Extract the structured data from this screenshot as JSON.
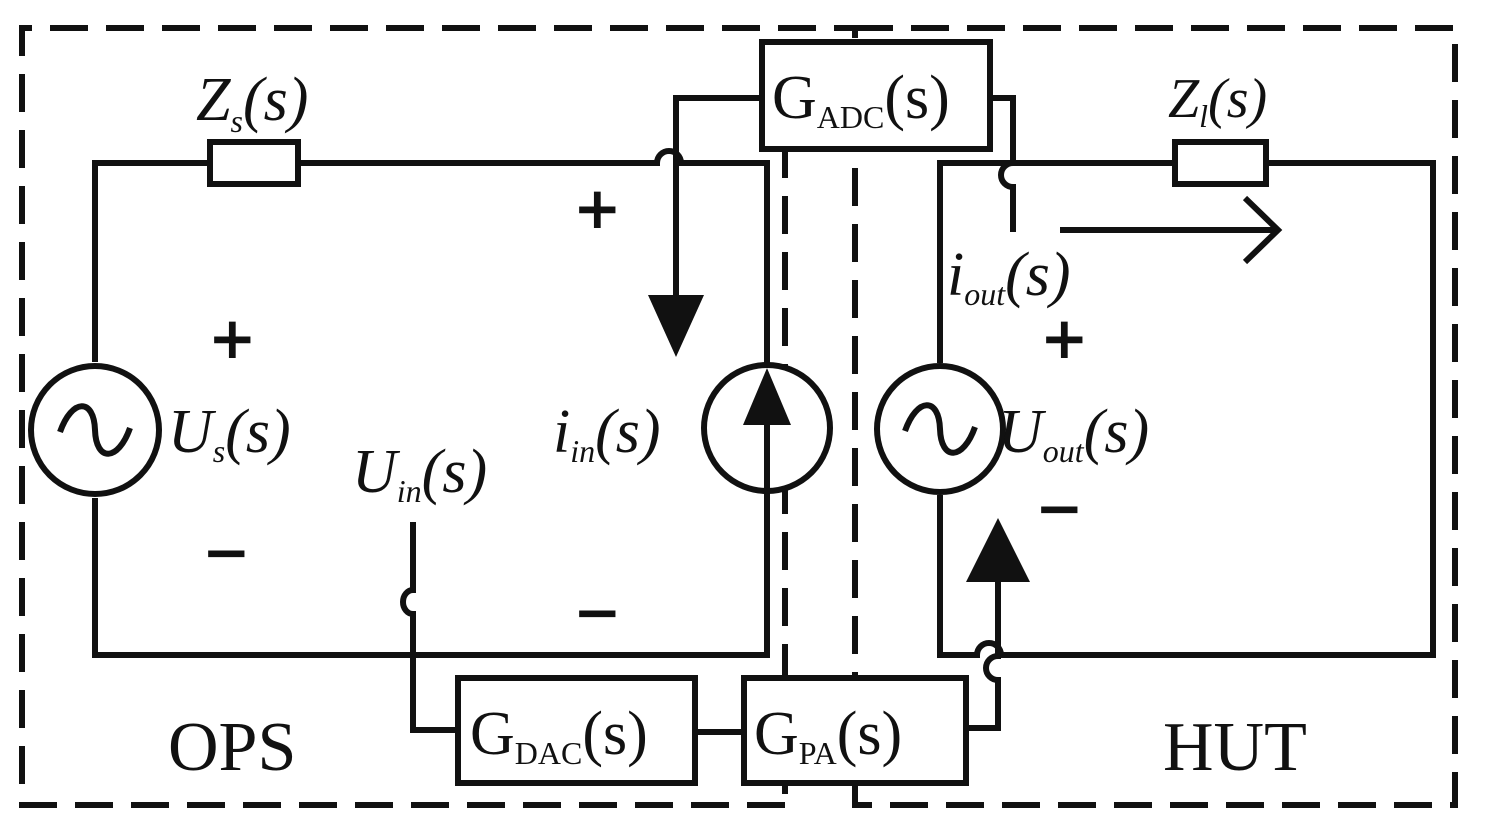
{
  "labels": {
    "zs": {
      "main": "Z",
      "sub": "s",
      "arg": "(s)"
    },
    "zl": {
      "main": "Z",
      "sub": "l",
      "arg": "(s)"
    },
    "us": {
      "main": "U",
      "sub": "s",
      "arg": "(s)"
    },
    "uin": {
      "main": "U",
      "sub": "in",
      "arg": "(s)"
    },
    "iin": {
      "main": "i",
      "sub": "in",
      "arg": "(s)"
    },
    "iout": {
      "main": "i",
      "sub": "out",
      "arg": "(s)"
    },
    "uout": {
      "main": "U",
      "sub": "out",
      "arg": "(s)"
    }
  },
  "blocks": {
    "adc": {
      "main": "G",
      "sub": "ADC",
      "arg": "(s)"
    },
    "dac": {
      "main": "G",
      "sub": "DAC",
      "arg": "(s)"
    },
    "pa": {
      "main": "G",
      "sub": "PA",
      "arg": "(s)"
    }
  },
  "areas": {
    "ops": "OPS",
    "hut": "HUT"
  },
  "signs": {
    "plus": "+",
    "minus": "−"
  }
}
